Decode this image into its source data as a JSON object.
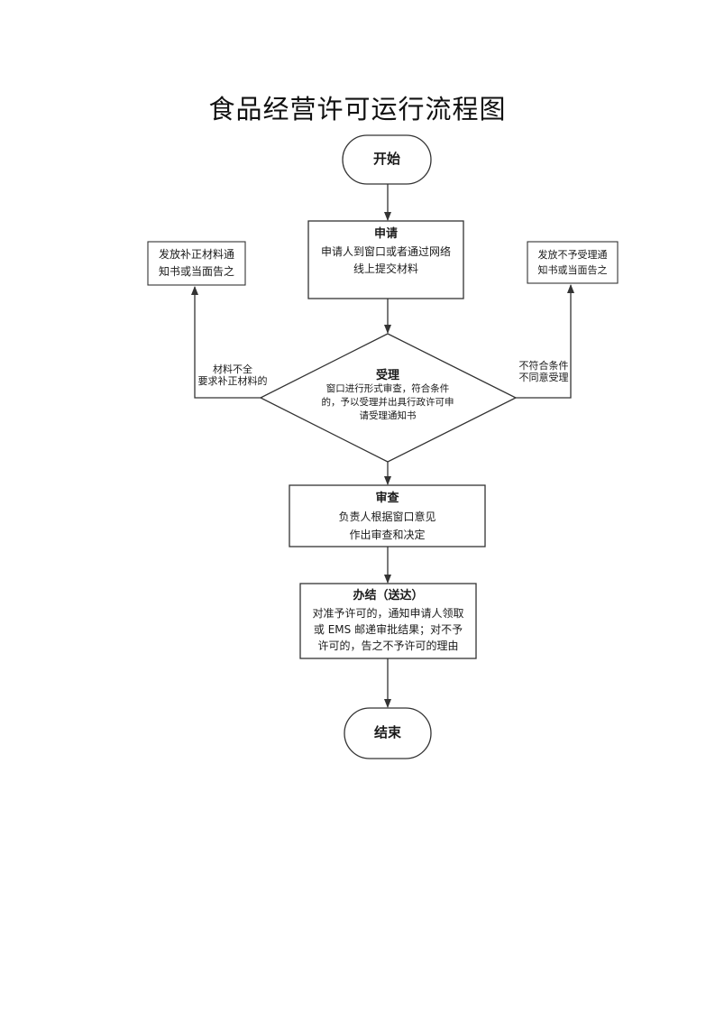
{
  "title": "食品经营许可运行流程图",
  "nodes": {
    "start": {
      "label": "开始"
    },
    "apply": {
      "heading": "申请",
      "line1": "申请人到窗口或者通过网络",
      "line2": "线上提交材料"
    },
    "accept": {
      "heading": "受理",
      "line1": "窗口进行形式审查，符合条件",
      "line2": "的，予以受理并出具行政许可申",
      "line3": "请受理通知书"
    },
    "review": {
      "heading": "审查",
      "line1": "负责人根据窗口意见",
      "line2": "作出审查和决定"
    },
    "handle": {
      "heading": "办结（送达）",
      "line1": "对准予许可的，通知申请人领取",
      "line2": "或 EMS 邮递审批结果；对不予",
      "line3": "许可的，告之不予许可的理由"
    },
    "end": {
      "label": "结束"
    },
    "supplement": {
      "line1": "发放补正材料通",
      "line2": "知书或当面告之"
    },
    "reject": {
      "line1": "发放不予受理通",
      "line2": "知书或当面告之"
    }
  },
  "edges": {
    "incomplete": {
      "line1": "材料不全",
      "line2": "要求补正材料的"
    },
    "not_eligible": {
      "line1": "不符合条件",
      "line2": "不同意受理"
    }
  }
}
